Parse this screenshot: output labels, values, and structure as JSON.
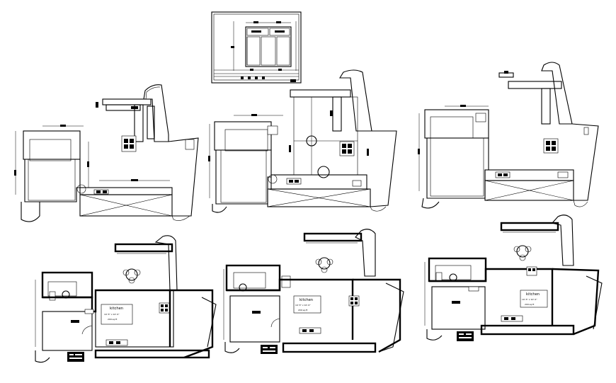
{
  "drawing": {
    "kitchen_label": "kitchen",
    "kitchen_size": "19'.5\" x 10'.9\"",
    "kitchen_area": "209 sq.ft"
  },
  "plans": [
    {
      "id": "plan-1",
      "row": "top",
      "label": ""
    },
    {
      "id": "plan-2",
      "row": "top",
      "label": ""
    },
    {
      "id": "plan-3",
      "row": "top",
      "label": ""
    },
    {
      "id": "plan-4",
      "row": "bottom",
      "label": "kitchen"
    },
    {
      "id": "plan-5",
      "row": "bottom",
      "label": "kitchen"
    },
    {
      "id": "plan-6",
      "row": "bottom",
      "label": "kitchen"
    }
  ]
}
